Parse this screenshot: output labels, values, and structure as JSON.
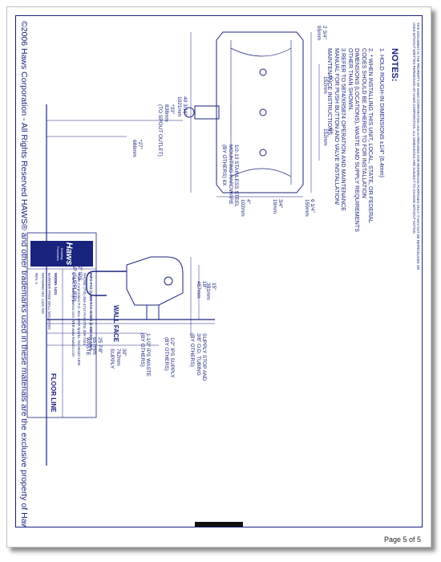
{
  "page": {
    "label": "Page 5 of 5"
  },
  "copyright": {
    "text": "©2006 Haws Corporation - All Rights Reserved   HAWS® and other trademarks used in these materials are the exclusive property of Haws Corporation."
  },
  "disclaimer": {
    "line1": "THIS DOCUMENT IS THE PROPERTY OF HAWS CORPORATION AND IS PROVIDED FOR REFERENCE PURPOSES ONLY. IT MAY NOT BE REPRODUCED OR",
    "line2": "USED WITHOUT WRITTEN PERMISSION OF HAWS CORPORATION. ALL DIMENSIONS ARE SUBJECT TO CHANGE WITHOUT NOTICE."
  },
  "notes": {
    "title": "NOTES:",
    "items": [
      "1.  HOLD ROUGH-IN DIMENSIONS ±1/4\" (6.4mm)",
      "2.  * WHEN INSTALLING THIS UNIT, LOCAL, STATE, OR FEDERAL CODES SHOULD BE ADHERED TO FOR INSTALLATION DIMENSIONS (LOCATIONS), WASTE AND SUPPLY REQUIREMENTS OTHER THAN SHOWN.",
      "3   REFER TO 5874/XR5874 OPERATION AND MAINTENANCE MANUAL FOR PUSH BUTTON AND VALVE INSTALLATION/ MAINTENANCE INSTRUCTIONS."
    ]
  },
  "dims": {
    "d1": "2 3/4\"\n95mm",
    "d2": "6\"\n152mm",
    "d3": "6\"\n152mm",
    "d4": "40 3/16\"\n1021mm",
    "d5": "3/4\"\n19mm",
    "d6": "6 1/4\"\n159mm",
    "d7": "4\"\n102mm",
    "d8": "18\"\n457mm",
    "d9": "15\"\n381mm",
    "d10": "*33\"\n838mm\n(TO SPOUT OUTLET)",
    "d11": "*27\"\n686mm",
    "d12": "25 7/8\"\n657mm\nWASTE",
    "d13": "30\"\n762mm\nSUPPLY"
  },
  "labels": {
    "mounting": "1/2-13 STAINLESS STEEL\nMOUNTING HARDWARE\n(BY OTHERS) 6X",
    "trap": "1-1/2\" IPS\nTRAP (SUPPLIED)",
    "wall_face": "WALL FACE",
    "floor_line": "FLOOR LINE",
    "supply_stop": "SUPPLY STOP AND\n3/8\" O.D. TUBING\n(BY OTHERS)",
    "ips_supply": "1/2\" IPS SUPPLY\n(BY OTHERS)",
    "ips_waste": "1-1/2\" IPS WASTE\n(BY OTHERS)"
  },
  "title_block": {
    "brand": "Haws",
    "brand_sub": "Drinking Fountains",
    "info_fax": "INFO FAX (1-888-FAX-HAWS (1-888-329-4297)",
    "phone": "PHONE (775) 359-4712  FAX (775) 359-7424",
    "address": "Haws Corporation  P.O. Box 1999  Sparks, NV 89432-1999",
    "web": "E-MAIL haws@hawsco.com  WEB www.hawsco.com",
    "model": "MODEL 1431",
    "description": "BARRIER-FREE WALL MOUNTED",
    "drawing": "DRAWING NO. 1431.INS",
    "rev": "REV. A"
  },
  "colors": {
    "ink": "#1a237e",
    "paper": "#ffffff",
    "frame": "#1a237e"
  }
}
